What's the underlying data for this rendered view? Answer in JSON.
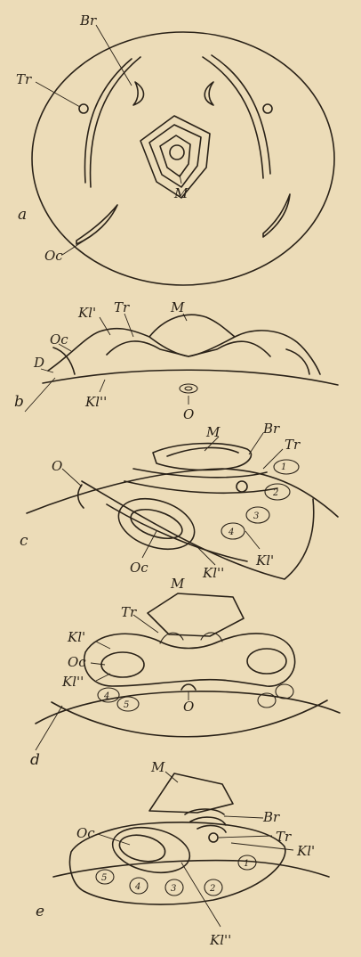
{
  "panels": [
    {
      "id": "a",
      "label": "a"
    },
    {
      "id": "b",
      "label": "b"
    },
    {
      "id": "c",
      "label": "c"
    },
    {
      "id": "d",
      "label": "d"
    },
    {
      "id": "e",
      "label": "e"
    }
  ],
  "labels": {
    "a": {
      "Br": "Br",
      "Tr": "Tr",
      "M": "M",
      "Oc": "Oc"
    },
    "b": {
      "Kl1": "Kl'",
      "Tr": "Tr",
      "M": "M",
      "Oc": "Oc",
      "D": "D",
      "Kl2": "Kl''",
      "O": "O"
    },
    "c": {
      "M": "M",
      "Br": "Br",
      "Tr": "Tr",
      "O": "O",
      "Oc": "Oc",
      "Kl2": "Kl''",
      "Kl1": "Kl'"
    },
    "d": {
      "M": "M",
      "Tr": "Tr",
      "Kl1": "Kl'",
      "Oc": "Oc",
      "Kl2": "Kl''",
      "O": "O"
    },
    "e": {
      "M": "M",
      "Br": "Br",
      "Tr": "Tr",
      "Kl1": "Kl'",
      "Oc": "Oc",
      "Kl2": "Kl''"
    }
  },
  "numbers": {
    "c": [
      "1",
      "2",
      "3",
      "4"
    ],
    "d": [
      "4",
      "5"
    ],
    "e": [
      "1",
      "2",
      "3",
      "4",
      "5"
    ]
  }
}
